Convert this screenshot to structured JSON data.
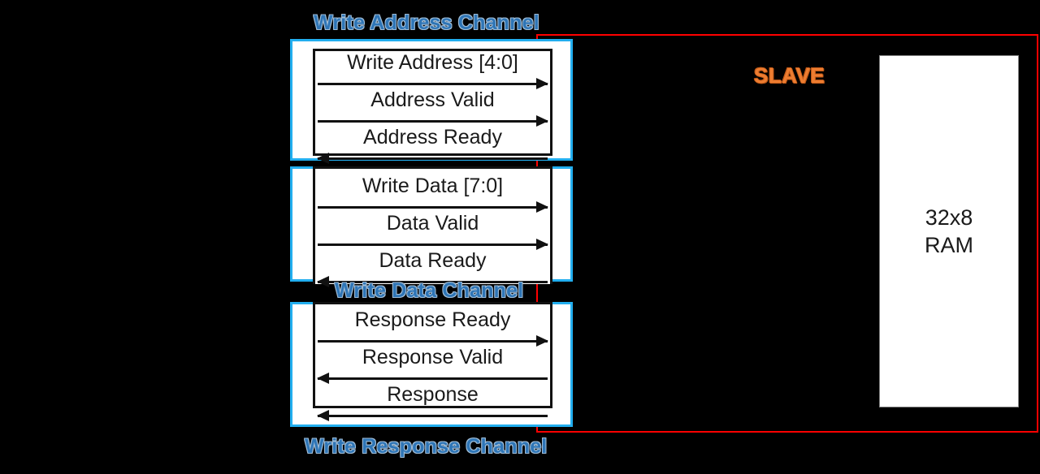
{
  "diagram": {
    "title": "AXI Write Channels to Slave RAM",
    "colors": {
      "background": "#000000",
      "channel_border": "#22AEEF",
      "channel_label": "#2E75B6",
      "signal_text": "#1a1a1a",
      "slave_label": "#ED7D31",
      "wire": "#FF0000",
      "box_fill": "#FFFFFF"
    },
    "channels": [
      {
        "id": "write-address",
        "label": "Write Address Channel",
        "label_position": "above",
        "signals": [
          {
            "name": "Write Address [4:0]",
            "direction": "right"
          },
          {
            "name": "Address Valid",
            "direction": "right"
          },
          {
            "name": "Address Ready",
            "direction": "left"
          }
        ]
      },
      {
        "id": "write-data",
        "label": "Write Data Channel",
        "label_position": "below",
        "signals": [
          {
            "name": "Write Data [7:0]",
            "direction": "right"
          },
          {
            "name": "Data Valid",
            "direction": "right"
          },
          {
            "name": "Data Ready",
            "direction": "left"
          }
        ]
      },
      {
        "id": "write-response",
        "label": "Write Response Channel",
        "label_position": "below",
        "signals": [
          {
            "name": "Response Ready",
            "direction": "right"
          },
          {
            "name": "Response Valid",
            "direction": "left"
          },
          {
            "name": "Response",
            "direction": "left"
          }
        ]
      }
    ],
    "slave": {
      "label": "SLAVE",
      "memory": {
        "size": "32x8",
        "kind": "RAM"
      }
    }
  }
}
